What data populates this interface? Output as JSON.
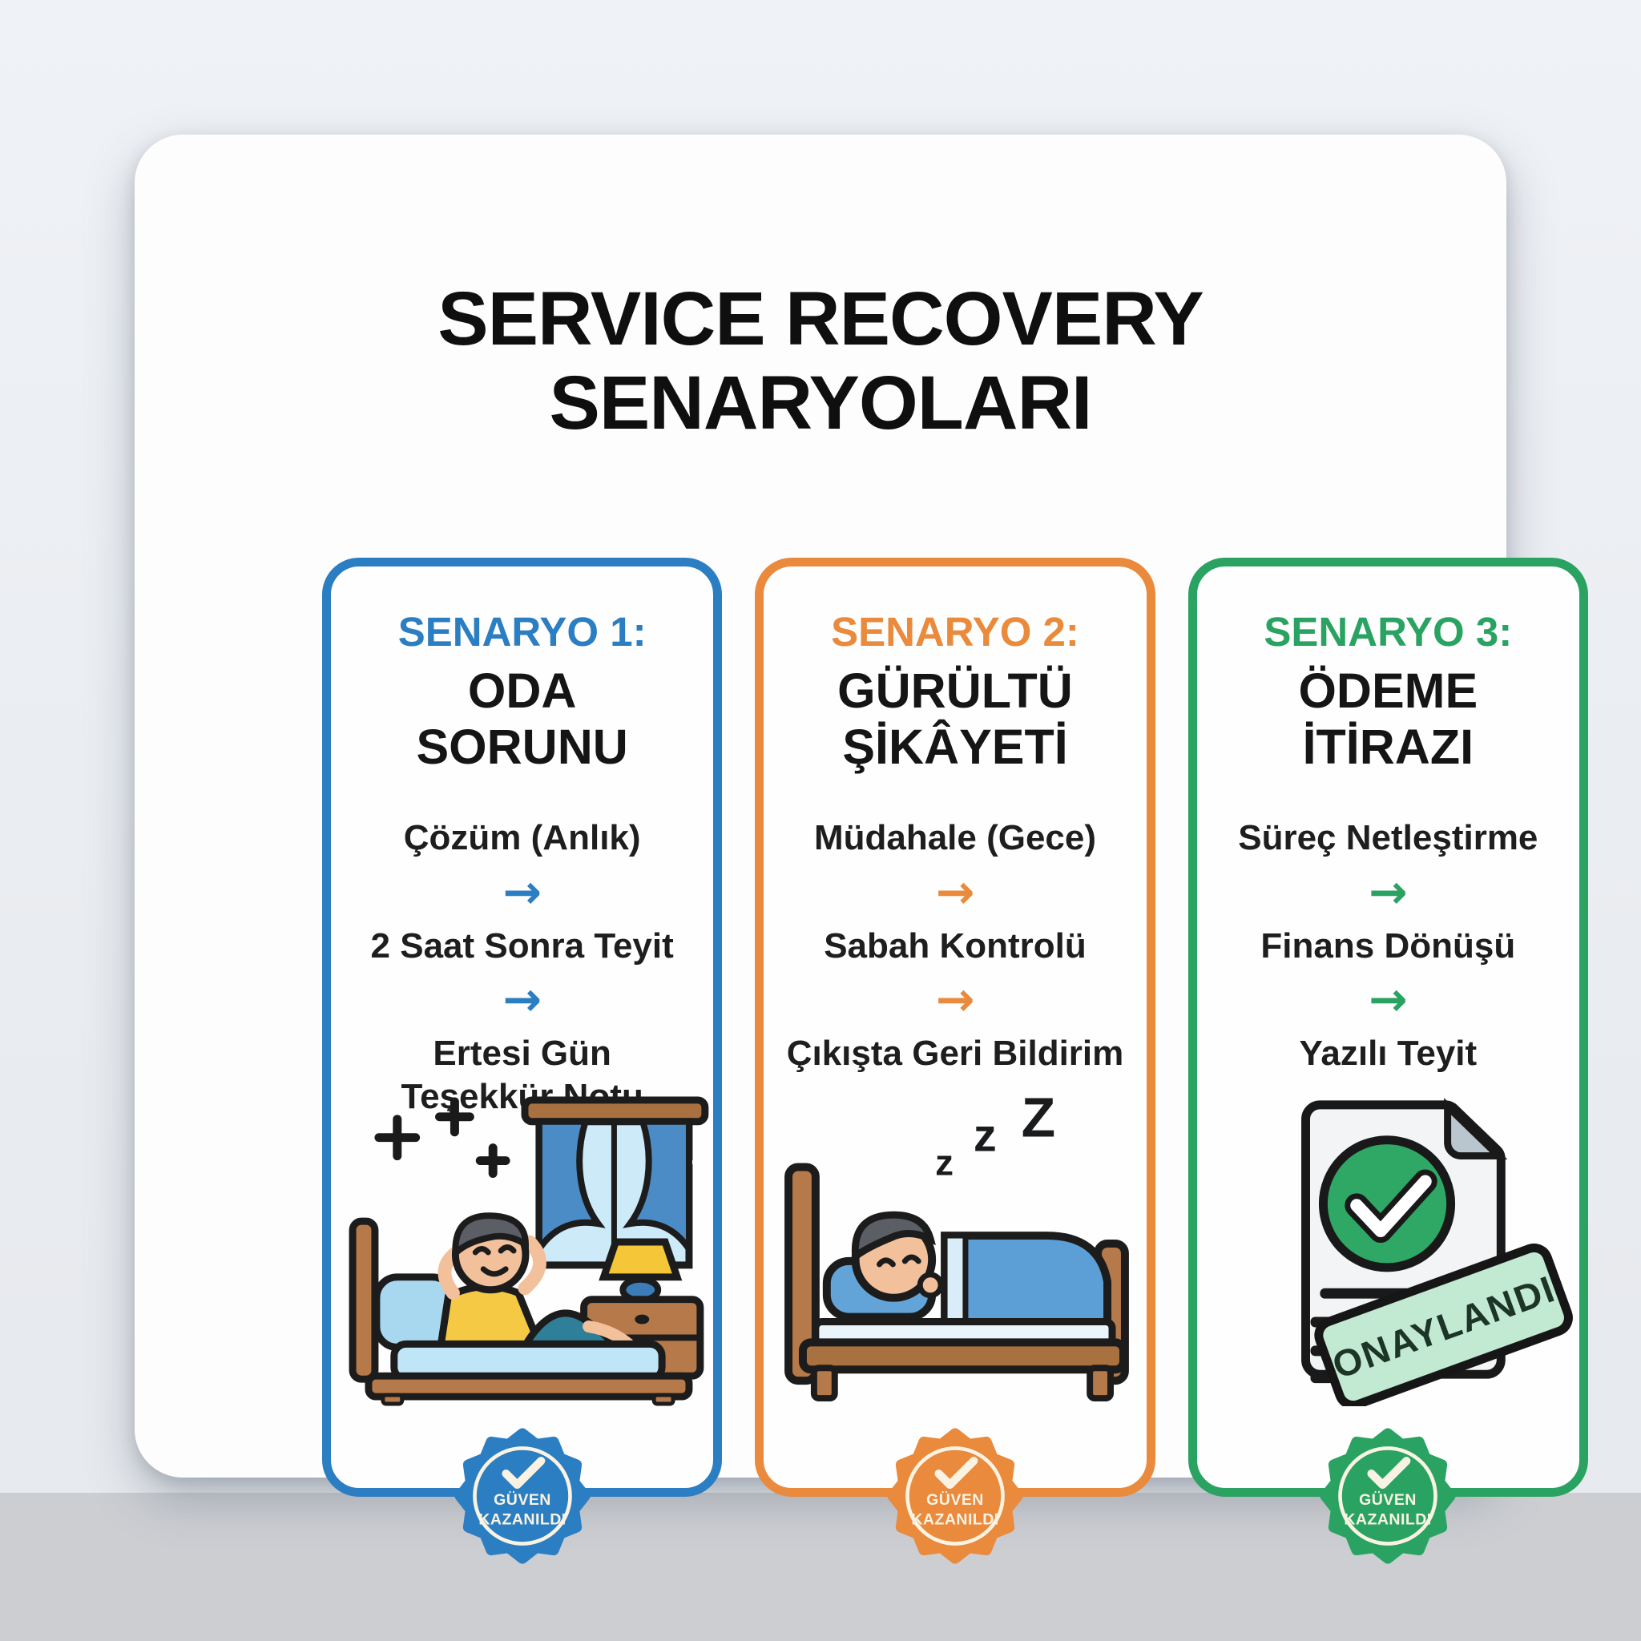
{
  "poster": {
    "title_line1": "SERVICE RECOVERY",
    "title_line2": "SENARYOLARI"
  },
  "cards": [
    {
      "label": "SENARYO 1:",
      "title_line1": "ODA",
      "title_line2": "SORUNU",
      "step1": "Çözüm (Anlık)",
      "arrow": "→",
      "step2": "2 Saat Sonra Teyit",
      "step3_line1": "Ertesi Gün",
      "step3_line2": "Teşekkür Notu",
      "badge_line1": "GÜVEN",
      "badge_line2": "KAZANILDI",
      "accent": "#2B7EC2",
      "illustration": "guest-relaxing-in-bed"
    },
    {
      "label": "SENARYO 2:",
      "title_line1": "GÜRÜLTÜ",
      "title_line2": "ŞİKÂYETİ",
      "step1": "Müdahale (Gece)",
      "arrow": "→",
      "step2": "Sabah Kontrolü",
      "step3_line1": "Çıkışta Geri Bildirim",
      "step3_line2": "",
      "sleep_z": [
        "z",
        "z",
        "Z"
      ],
      "badge_line1": "GÜVEN",
      "badge_line2": "KAZANILDI",
      "accent": "#E98A3C",
      "illustration": "guest-sleeping-in-bed"
    },
    {
      "label": "SENARYO 3:",
      "title_line1": "ÖDEME",
      "title_line2": "İTİRAZI",
      "step1": "Süreç Netleştirme",
      "arrow": "→",
      "step2": "Finans Dönüşü",
      "step3_line1": "Yazılı Teyit",
      "step3_line2": "",
      "stamp": "ONAYLANDI",
      "badge_line1": "GÜVEN",
      "badge_line2": "KAZANILDI",
      "accent": "#2AA362",
      "illustration": "approved-document"
    }
  ],
  "palette": {
    "scenario1_accent": "#2B7EC2",
    "scenario2_accent": "#E98A3C",
    "scenario3_accent": "#2AA362",
    "stamp_fill": "#C2E9D2",
    "badge_text": "#FAF3E3",
    "title_color": "#0F0F10",
    "panel": "#FDFDFE",
    "background": "#E8EBEF"
  }
}
